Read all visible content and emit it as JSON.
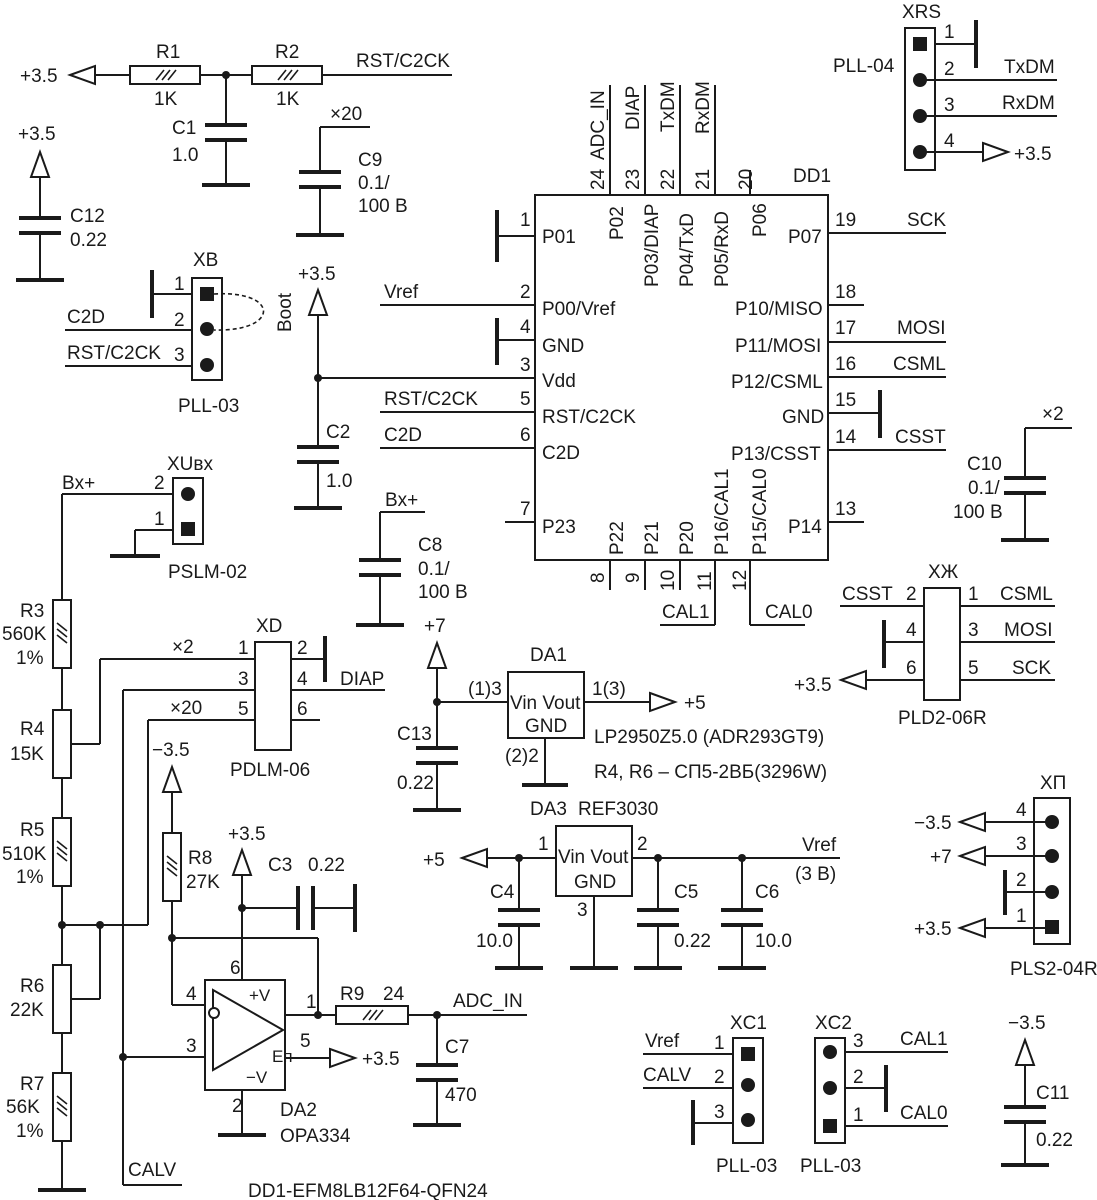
{
  "title": "DD1-EFM8LB12F64-QFN24",
  "dd1": {
    "ref": "DD1",
    "top_pins": [
      {
        "num": "24",
        "name": "P02",
        "net": "ADC_IN"
      },
      {
        "num": "23",
        "name": "P03/DIAP",
        "net": "DIAP"
      },
      {
        "num": "22",
        "name": "P04/TxD",
        "net": "TxDM"
      },
      {
        "num": "21",
        "name": "P05/RxD",
        "net": "RxDM"
      },
      {
        "num": "20",
        "name": "P06",
        "net": ""
      }
    ],
    "left_pins": [
      {
        "num": "1",
        "name": "P01",
        "net": ""
      },
      {
        "num": "2",
        "name": "P00/Vref",
        "net": "Vref"
      },
      {
        "num": "4",
        "name": "GND",
        "net": ""
      },
      {
        "num": "3",
        "name": "Vdd",
        "net": ""
      },
      {
        "num": "5",
        "name": "RST/C2CK",
        "net": "RST/C2CK"
      },
      {
        "num": "6",
        "name": "C2D",
        "net": "C2D"
      },
      {
        "num": "7",
        "name": "P23",
        "net": ""
      }
    ],
    "right_pins": [
      {
        "num": "19",
        "name": "P07",
        "net": "SCK"
      },
      {
        "num": "18",
        "name": "P10/MISO",
        "net": ""
      },
      {
        "num": "17",
        "name": "P11/MOSI",
        "net": "MOSI"
      },
      {
        "num": "16",
        "name": "P12/CSML",
        "net": "CSML"
      },
      {
        "num": "15",
        "name": "GND",
        "net": ""
      },
      {
        "num": "14",
        "name": "P13/CSST",
        "net": "CSST"
      },
      {
        "num": "13",
        "name": "P14",
        "net": ""
      }
    ],
    "bottom_pins": [
      {
        "num": "8",
        "name": "P22",
        "net": ""
      },
      {
        "num": "9",
        "name": "P21",
        "net": ""
      },
      {
        "num": "10",
        "name": "P20",
        "net": ""
      },
      {
        "num": "11",
        "name": "P16/CAL1",
        "net": "CAL1"
      },
      {
        "num": "12",
        "name": "P15/CAL0",
        "net": "CAL0"
      }
    ]
  },
  "rails": {
    "p35": "+3.5",
    "m35": "−3.5",
    "p7": "+7",
    "p5": "+5"
  },
  "r1": {
    "ref": "R1",
    "val": "1K"
  },
  "r2": {
    "ref": "R2",
    "val": "1K"
  },
  "net_rst": "RST/C2CK",
  "c1": {
    "ref": "C1",
    "val": "1.0"
  },
  "c9": {
    "ref": "C9",
    "val1": "0.1/",
    "val2": "100 B",
    "mult": "×20"
  },
  "c12": {
    "ref": "C12",
    "val": "0.22"
  },
  "xb": {
    "ref": "XB",
    "type": "PLL-03",
    "boot": "Boot",
    "pins": [
      "1",
      "2",
      "3"
    ],
    "nets": [
      "C2D",
      "RST/C2CK"
    ]
  },
  "c2": {
    "ref": "C2",
    "val": "1.0"
  },
  "xrs": {
    "ref": "XRS",
    "type": "PLL-04",
    "pins": [
      "1",
      "2",
      "3",
      "4"
    ],
    "nets": [
      "TxDM",
      "RxDM",
      "+3.5"
    ]
  },
  "c10": {
    "ref": "C10",
    "val1": "0.1/",
    "val2": "100 B",
    "mult": "×2"
  },
  "xuvx": {
    "ref": "XUвх",
    "type": "PSLM-02",
    "net": "Bх+",
    "pins": [
      "2",
      "1"
    ]
  },
  "c8": {
    "ref": "C8",
    "val1": "0.1/",
    "val2": "100 B",
    "net": "Bх+"
  },
  "xzh": {
    "ref": "XЖ",
    "type": "PLD2-06R",
    "left": [
      {
        "n": "2",
        "net": "CSST"
      },
      {
        "n": "4",
        "net": ""
      },
      {
        "n": "6",
        "net": "+3.5"
      }
    ],
    "right": [
      {
        "n": "1",
        "net": "CSML"
      },
      {
        "n": "3",
        "net": "MOSI"
      },
      {
        "n": "5",
        "net": "SCK"
      }
    ]
  },
  "cal_nets": {
    "cal1": "CAL1",
    "cal0": "CAL0"
  },
  "xd": {
    "ref": "XD",
    "type": "PDLM-06",
    "pins_left": [
      "1",
      "3",
      "5"
    ],
    "pins_right": [
      "2",
      "4",
      "6"
    ],
    "net": "DIAP",
    "mult1": "×2",
    "mult2": "×20"
  },
  "da1": {
    "ref": "DA1",
    "body1": "Vin Vout",
    "body2": "GND",
    "pin_in": "(1)3",
    "pin_out": "1(3)",
    "pin_gnd": "(2)2",
    "note1": "LP2950Z5.0 (ADR293GT9)",
    "note2": "R4, R6 – СП5-2ВБ(3296W)"
  },
  "c13": {
    "ref": "C13",
    "val": "0.22"
  },
  "da3": {
    "ref": "DA3",
    "part": "REF3030",
    "body1": "Vin Vout",
    "body2": "GND",
    "pins": [
      "1",
      "2",
      "3"
    ],
    "net": "Vref",
    "net2": "(3 B)"
  },
  "c4": {
    "ref": "C4",
    "val": "10.0"
  },
  "c5": {
    "ref": "C5",
    "val": "0.22"
  },
  "c6": {
    "ref": "C6",
    "val": "10.0"
  },
  "xp": {
    "ref": "XП",
    "type": "PLS2-04R",
    "pins": [
      "4",
      "3",
      "2",
      "1"
    ],
    "nets": [
      "−3.5",
      "+7",
      "",
      "+3.5"
    ]
  },
  "r3": {
    "ref": "R3",
    "val1": "560K",
    "val2": "1%"
  },
  "r4": {
    "ref": "R4",
    "val": "15K"
  },
  "r5": {
    "ref": "R5",
    "val1": "510K",
    "val2": "1%"
  },
  "r6": {
    "ref": "R6",
    "val": "22K"
  },
  "r7": {
    "ref": "R7",
    "val1": "56K",
    "val2": "1%"
  },
  "r8": {
    "ref": "R8",
    "val": "27K"
  },
  "c3": {
    "ref": "C3",
    "val": "0.22"
  },
  "r9": {
    "ref": "R9",
    "val": "24"
  },
  "c7": {
    "ref": "C7",
    "val": "470"
  },
  "da2": {
    "ref": "DA2",
    "part": "OPA334",
    "vp": "+V",
    "vn": "−V",
    "en": "Eп",
    "pins": [
      "6",
      "4",
      "3",
      "1",
      "5",
      "2"
    ]
  },
  "net_adc": "ADC_IN",
  "net_calv": "CALV",
  "xc1": {
    "ref": "XC1",
    "type": "PLL-03",
    "pins": [
      "1",
      "2",
      "3"
    ],
    "nets": [
      "Vref",
      "CALV"
    ]
  },
  "xc2": {
    "ref": "XC2",
    "type": "PLL-03",
    "pins": [
      "3",
      "2",
      "1"
    ],
    "nets": [
      "CAL1",
      "CAL0"
    ]
  },
  "c11": {
    "ref": "C11",
    "val": "0.22"
  }
}
